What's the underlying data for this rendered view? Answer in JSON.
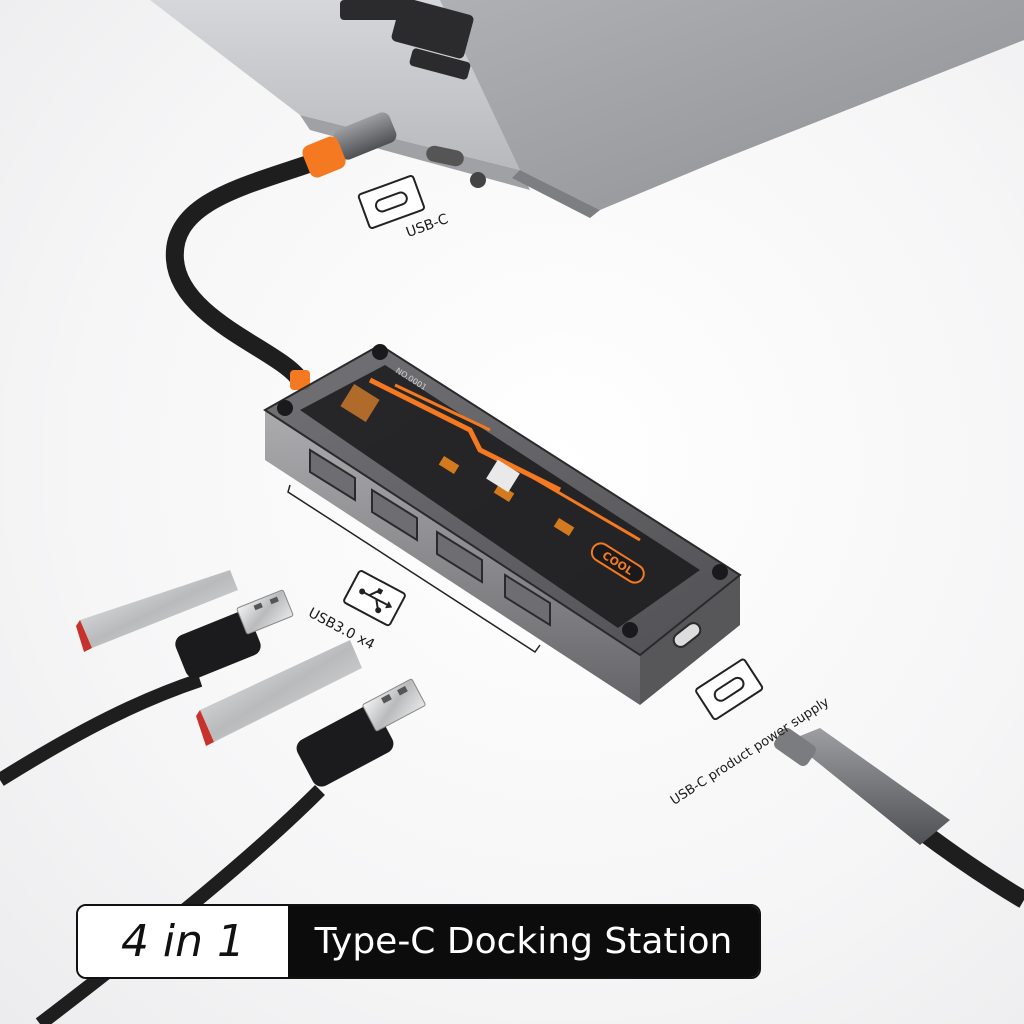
{
  "labels": {
    "usb_c": "USB-C",
    "usb30": "USB3.0 x4",
    "power": "USB-C product power supply"
  },
  "banner": {
    "count": "4 in 1",
    "title": "Type-C Docking Station"
  },
  "hub": {
    "badge": "COOL",
    "model": "NO.0001"
  },
  "icons": [
    "usb-c-icon",
    "usb-icon",
    "usb-c-icon"
  ],
  "colors": {
    "accent": "#f47920",
    "cable": "#1e1e1e",
    "banner_dark": "#0c0c0c"
  }
}
